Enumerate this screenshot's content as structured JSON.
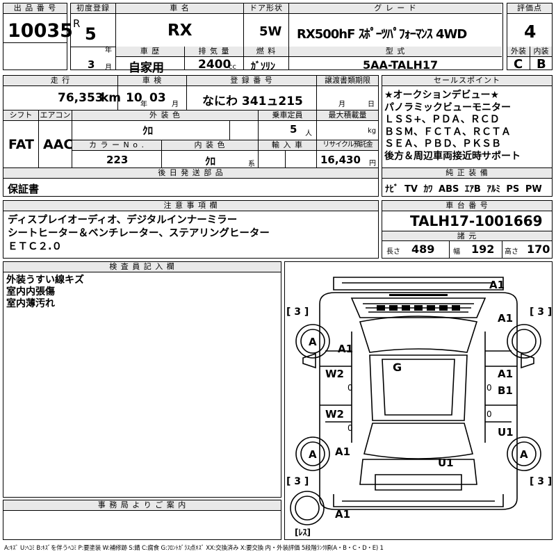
{
  "header": {
    "lot_label": "出 品 番 号",
    "lot_number": "10035",
    "first_reg_label": "初度登録",
    "era": "R",
    "year": "5",
    "year_unit": "年",
    "month": "3",
    "month_unit": "月",
    "car_name_label": "車 名",
    "car_name": "RX",
    "door_label": "ドア形状",
    "door": "5W",
    "grade_label": "グ レ ー ド",
    "grade": "RX500hF ｽﾎﾟｰﾂﾊﾟﾌｫｰﾏﾝｽ  4WD",
    "score_label": "評価点",
    "score": "4",
    "history_label": "車 歴",
    "history": "自家用",
    "displacement_label": "排 気 量",
    "displacement": "2400",
    "displacement_unit": "cc",
    "fuel_label": "燃 料",
    "fuel": "ｶﾞｿﾘﾝ",
    "model_code_label": "型 式",
    "model_code": "5AA-TALH17",
    "exterior_label": "外装",
    "exterior_grade": "C",
    "interior_label": "内装",
    "interior_grade": "B"
  },
  "row2": {
    "mileage_label": "走 行",
    "mileage": "76,353",
    "mileage_unit": "km",
    "inspection_label": "車 検",
    "inspection_year": "10",
    "inspection_year_unit": "年",
    "inspection_month": "03",
    "inspection_month_unit": "月",
    "plate_label": "登 録 番 号",
    "plate": "なにわ 341ュ215",
    "transfer_label": "譲渡書類期限",
    "transfer_month_unit": "月",
    "transfer_day_unit": "日",
    "shift_label": "シフト",
    "shift": "FAT",
    "ac_label": "エアコン",
    "ac": "AAC",
    "color_label": "外 装 色",
    "color": "ｸﾛ",
    "capacity_label": "乗車定員",
    "capacity": "5",
    "capacity_unit": "人",
    "max_load_label": "最大積載量",
    "max_load_unit": "kg",
    "color_no_label": "カ ラ ー N o .",
    "color_no": "223",
    "interior_color_label": "内 装 色",
    "interior_color": "ｸﾛ",
    "interior_color_unit": "系",
    "import_label": "輸 入 車",
    "recycle_label": "リサイクル預託金",
    "recycle": "16,430",
    "recycle_unit": "円"
  },
  "sales_points": {
    "label": "セールスポイント",
    "lines": [
      "★オークションデビュー★",
      "パノラミックビューモニター",
      "ＬＳＳ+、ＰＤＡ、ＲＣＤ",
      "ＢＳＭ、ＦＣＴＡ、ＲＣＴＡ",
      "ＳＥＡ、ＰＢＤ、ＰＫＳＢ",
      "後方＆周辺車両接近時サポート"
    ]
  },
  "later_parts": {
    "label": "後 日 発 送 部 品",
    "value": "保証書"
  },
  "equipment": {
    "label": "純 正 装 備",
    "items": [
      "ﾅﾋﾞ",
      "TV",
      "ｶﾜ",
      "ABS",
      "ｴｱB",
      "ｱﾙﾐ",
      "PS",
      "PW"
    ]
  },
  "notes": {
    "label": "注 意 事 項 欄",
    "lines": [
      "ディスプレイオーディオ、デジタルインナーミラー",
      "シートヒーター＆ベンチレーター、ステアリングヒーター",
      "ＥＴＣ２.０"
    ]
  },
  "chassis": {
    "label": "車 台 番 号",
    "value": "TALH17-1001669",
    "dims_label": "諸 元",
    "length_label": "長さ",
    "length": "489",
    "width_label": "幅",
    "width": "192",
    "height_label": "高さ",
    "height": "170"
  },
  "inspector": {
    "label": "検 査 員 記 入 欄",
    "lines": [
      "外装うすい線キズ",
      "室内内張傷",
      "室内薄汚れ"
    ]
  },
  "office": {
    "label": "事 務 局 よ り ご 案 内"
  },
  "diagram": {
    "marks": {
      "front_top": "A1",
      "front_left_corner": "[ 3 ]",
      "front_right_corner": "[ 3 ]",
      "front_right": "A1",
      "left_front_wheel": "A",
      "left_front_fender": "A1",
      "roof": "G",
      "left_front_door": "W2",
      "left_front_door_num": "0",
      "right_front_door_1": "A1",
      "right_front_door_2": "B1",
      "right_front_door_num": "0",
      "left_rear_door": "W2",
      "left_rear_door_num": "0",
      "right_rear_door_num": "0",
      "right_rear_door": "U1",
      "left_rear_wheel": "A",
      "left_rear_fender": "A1",
      "right_rear_wheel": "A",
      "rear_center": "U1",
      "rear_left_corner": "[ 3 ]",
      "rear_right_corner": "[ 3 ]",
      "rear_bumper": "A1",
      "spare_label": "[ﾚｽ]"
    }
  },
  "legend": "A:ｷｽﾞ U:ﾍｺﾐ B:ｷｽﾞを伴うﾍｺﾐ P:要塗装 W:補修跡 S:錆 C:腐食 G:ﾌﾛﾝﾄｶﾞﾗｽ点ｷｽﾞ XX:交換済み X:要交換  内・外装評価 5段階ﾗﾝｸ順(A・B・C・D・E) 1"
}
